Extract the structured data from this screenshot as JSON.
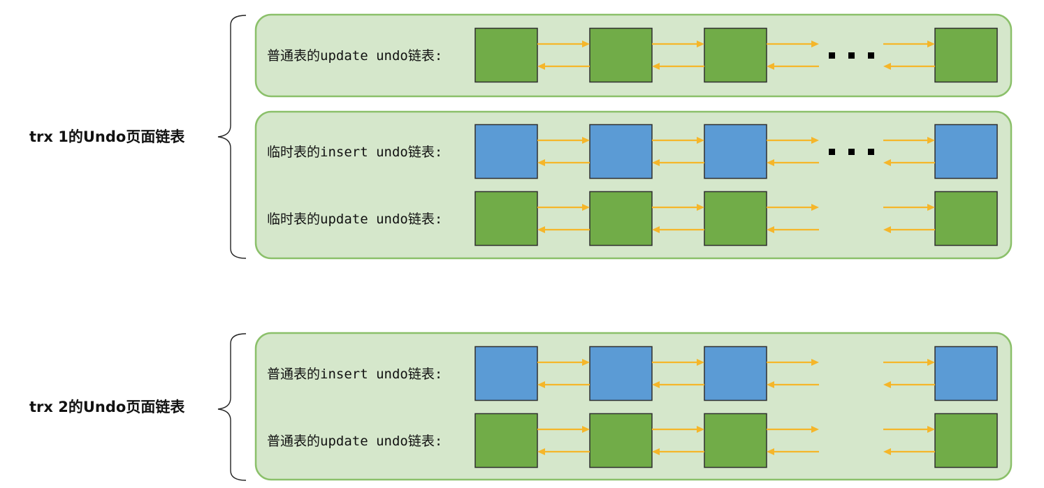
{
  "colors": {
    "panel_fill": "#d5e7cb",
    "panel_border": "#8bc06a",
    "update_node": "#71ac48",
    "insert_node": "#5b9bd5",
    "arrow": "#f5b62a"
  },
  "groups": [
    {
      "label": "trx 1的Undo页面链表",
      "panels": [
        {
          "lists": [
            {
              "label": "普通表的update undo链表:",
              "node_type": "update",
              "ellipsis": true
            }
          ]
        },
        {
          "lists": [
            {
              "label": "临时表的insert undo链表:",
              "node_type": "insert",
              "ellipsis": true
            },
            {
              "label": "临时表的update undo链表:",
              "node_type": "update",
              "ellipsis": false
            }
          ]
        }
      ]
    },
    {
      "label": "trx 2的Undo页面链表",
      "panels": [
        {
          "lists": [
            {
              "label": "普通表的insert undo链表:",
              "node_type": "insert",
              "ellipsis": false
            },
            {
              "label": "普通表的update undo链表:",
              "node_type": "update",
              "ellipsis": false
            }
          ]
        }
      ]
    }
  ]
}
